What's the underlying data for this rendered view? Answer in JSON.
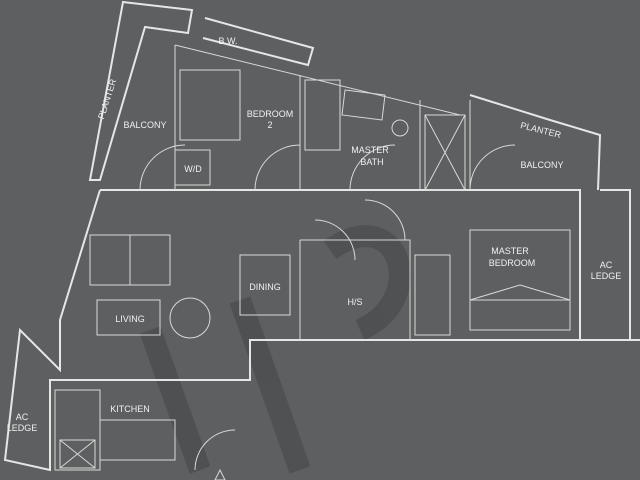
{
  "plan": {
    "background": "#5e5f61",
    "line_color": "#e6e6e6",
    "rooms": {
      "planter_left": "PLANTER",
      "balcony_left": "BALCONY",
      "bw": "B.W.",
      "bedroom2_line1": "BEDROOM",
      "bedroom2_line2": "2",
      "wd": "W/D",
      "master_bath_line1": "MASTER",
      "master_bath_line2": "BATH",
      "planter_right": "PLANTER",
      "balcony_right": "BALCONY",
      "master_bedroom_line1": "MASTER",
      "master_bedroom_line2": "BEDROOM",
      "ac_ledge_right_line1": "AC",
      "ac_ledge_right_line2": "LEDGE",
      "dining": "DINING",
      "living": "LIVING",
      "hs": "H/S",
      "kitchen": "KITCHEN",
      "ac_ledge_left_line1": "AC",
      "ac_ledge_left_line2": "LEDGE"
    }
  }
}
